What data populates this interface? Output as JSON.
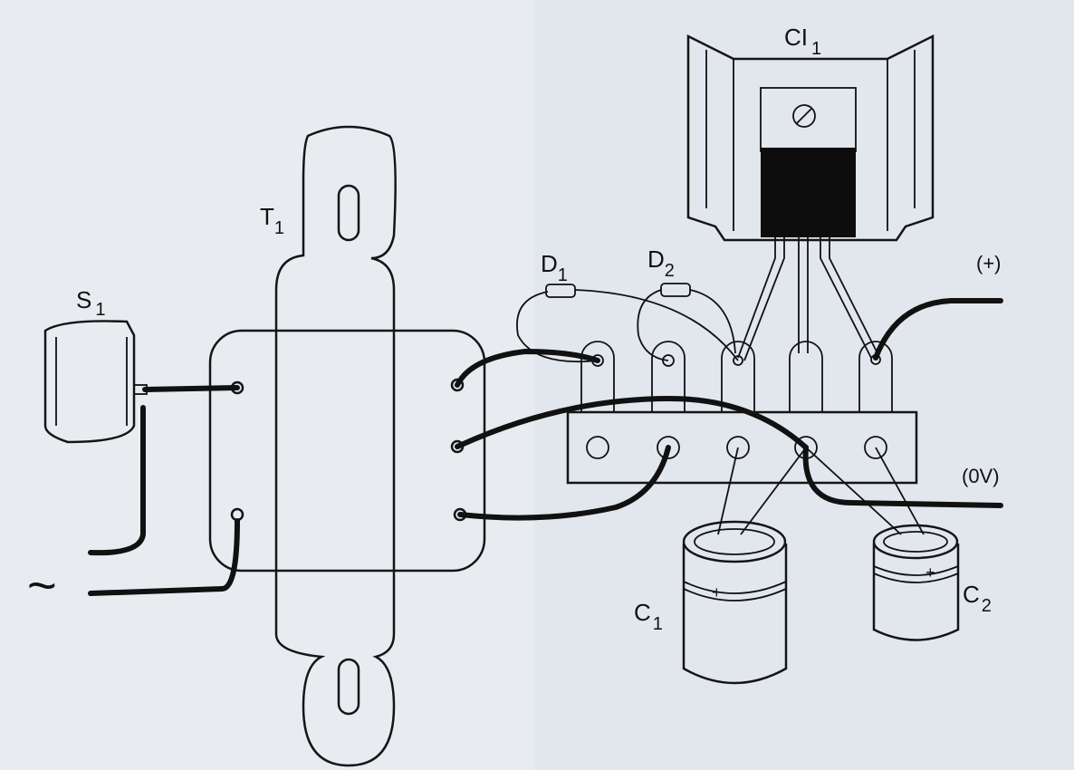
{
  "diagram": {
    "components": {
      "ic": {
        "label": "CI",
        "sub": "1"
      },
      "transformer": {
        "label": "T",
        "sub": "1"
      },
      "switch": {
        "label": "S",
        "sub": "1"
      },
      "diode1": {
        "label": "D",
        "sub": "1"
      },
      "diode2": {
        "label": "D",
        "sub": "2"
      },
      "cap1": {
        "label": "C",
        "sub": "1"
      },
      "cap2": {
        "label": "C",
        "sub": "2"
      }
    },
    "outputs": {
      "positive": "(+)",
      "ground": "(0V)"
    },
    "ac_symbol": "~"
  }
}
